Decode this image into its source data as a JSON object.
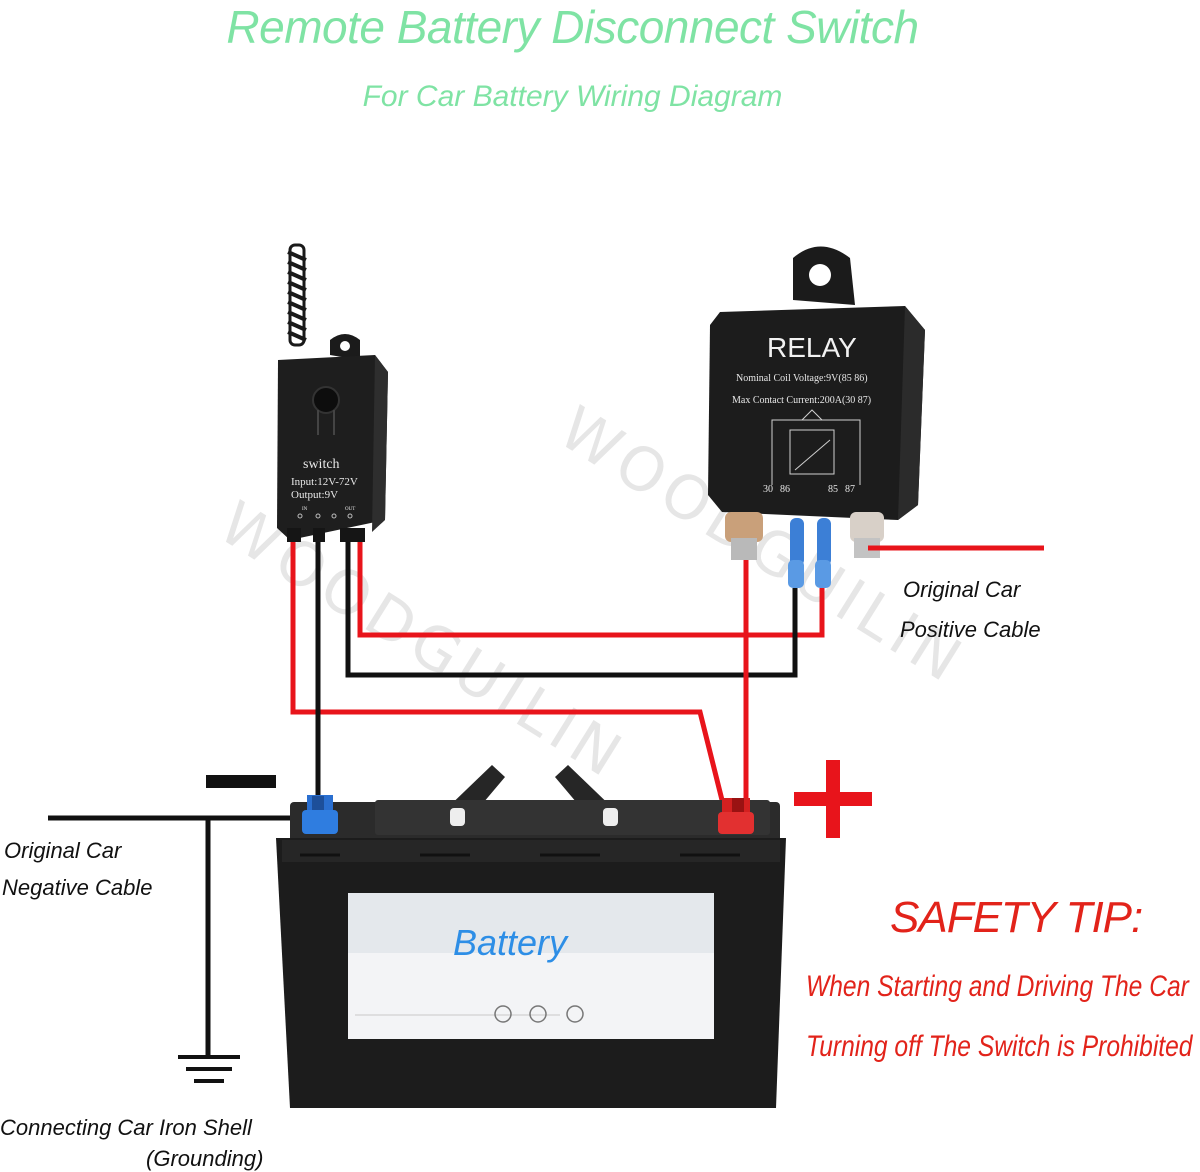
{
  "header": {
    "title": "Remote Battery Disconnect Switch",
    "subtitle": "For Car Battery Wiring Diagram"
  },
  "switch_module": {
    "label": "switch",
    "input": "Input:12V-72V",
    "output": "Output:9V",
    "in_label": "IN",
    "out_label": "OUT"
  },
  "relay": {
    "title": "RELAY",
    "coil_voltage": "Nominal Coil Voltage:9V(85 86)",
    "contact_current": "Max Contact Current:200A(30 87)",
    "pin_30": "30",
    "pin_86": "86",
    "pin_85": "85",
    "pin_87": "87"
  },
  "battery": {
    "label": "Battery"
  },
  "symbols": {
    "minus": "−",
    "plus": "+"
  },
  "labels": {
    "positive_cable_line1": "Original Car",
    "positive_cable_line2": "Positive Cable",
    "negative_cable_line1": "Original Car",
    "negative_cable_line2": "Negative Cable",
    "grounding_line1": "Connecting Car Iron Shell",
    "grounding_line2": "(Grounding)"
  },
  "safety": {
    "title": "SAFETY TIP:",
    "line1": "When Starting and Driving The Car",
    "line2": "Turning off The Switch is Prohibited !"
  },
  "watermark": "WOODGUILIN",
  "colors": {
    "title": "#7fe3a4",
    "wire_red": "#e8141b",
    "wire_black": "#111111",
    "safety": "#e2231a",
    "battery_label": "#2d8ee6"
  }
}
